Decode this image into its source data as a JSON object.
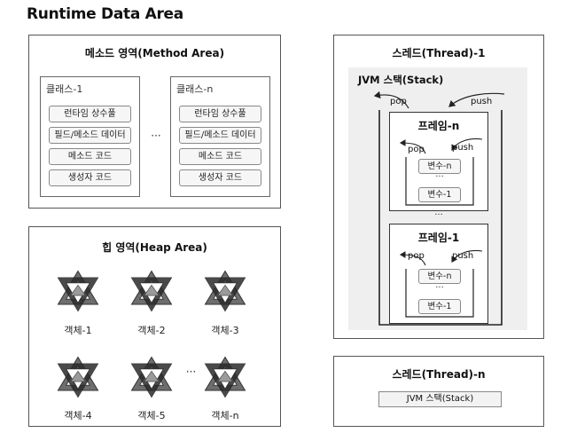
{
  "page": {
    "title": "Runtime Data Area"
  },
  "method_area": {
    "title": "메소드 영역(Method Area)",
    "classes": [
      {
        "title": "클래스-1",
        "items": [
          "런타임 상수풀",
          "필드/메소드 데이터",
          "메소드 코드",
          "생성자 코드"
        ]
      },
      {
        "title": "클래스-n",
        "items": [
          "런타임 상수풀",
          "필드/메소드 데이터",
          "메소드 코드",
          "생성자 코드"
        ]
      }
    ],
    "ellipsis": "···"
  },
  "heap_area": {
    "title": "힙 영역(Heap Area)",
    "objects": [
      "객체-1",
      "객체-2",
      "객체-3",
      "객체-4",
      "객체-5",
      "객체-n"
    ],
    "ellipsis": "···"
  },
  "thread_1": {
    "title": "스레드(Thread)-1",
    "stack_title": "JVM 스택(Stack)",
    "pop": "pop",
    "push": "push",
    "frames": [
      {
        "title": "프레임-n",
        "pop": "pop",
        "push": "push",
        "vars": [
          "변수-n",
          "변수-1"
        ],
        "ellipsis": "···"
      },
      {
        "title": "프레임-1",
        "pop": "pop",
        "push": "push",
        "vars": [
          "변수-n",
          "변수-1"
        ],
        "ellipsis": "···"
      }
    ],
    "ellipsis": "···"
  },
  "thread_n": {
    "title": "스레드(Thread)-n",
    "stack_title": "JVM 스택(Stack)"
  }
}
